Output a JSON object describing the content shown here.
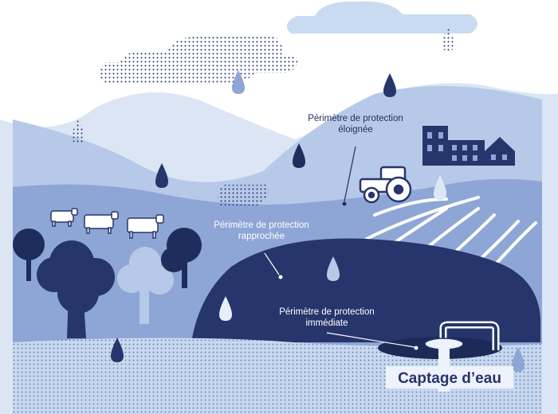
{
  "labels": {
    "eloignee_line1": "Périmètre de protection",
    "eloignee_line2": "éloignée",
    "rapprochee_line1": "Périmètre de protection",
    "rapprochee_line2": "rapprochée",
    "immediate_line1": "Périmètre de protection",
    "immediate_line2": "immédiate",
    "captage": "Captage d’eau"
  },
  "icons": [
    "cloud-icon",
    "raindrop-icon",
    "cow-icon",
    "tree-icon",
    "tractor-icon",
    "building-icon",
    "house-icon",
    "wellhead-icon"
  ],
  "colors": {
    "navy": "#26356b",
    "mid_blue": "#8ea6d6",
    "light_blue": "#b7c9e8",
    "pale_blue": "#dce6f5",
    "ground": "#c9d9ef",
    "dots": "#23356a"
  }
}
